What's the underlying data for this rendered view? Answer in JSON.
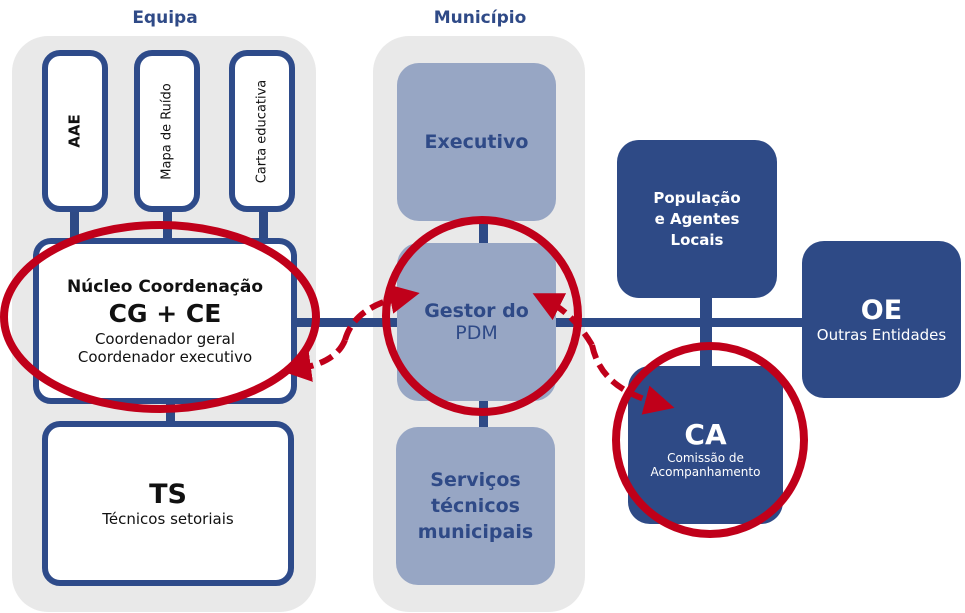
{
  "colors": {
    "navy": "#2e4a86",
    "light_blue": "#97a6c4",
    "panel_gray": "#e9e9e9",
    "highlight_red": "#c0001a"
  },
  "groups": {
    "equipa": {
      "title": "Equipa",
      "vertical_boxes": [
        {
          "label": "AAE"
        },
        {
          "label": "Mapa de Ruído"
        },
        {
          "label": "Carta educativa"
        }
      ],
      "nucleo": {
        "title": "Núcleo Coordenação",
        "acronym": "CG + CE",
        "line1": "Coordenador geral",
        "line2": "Coordenador executivo"
      },
      "ts": {
        "acronym": "TS",
        "subtitle": "Técnicos setoriais"
      }
    },
    "municipio": {
      "title": "Município",
      "boxes": {
        "executivo": "Executivo",
        "gestor_line1": "Gestor do",
        "gestor_line2": "PDM",
        "servicos_line1": "Serviços",
        "servicos_line2": "técnicos",
        "servicos_line3": "municipais"
      }
    }
  },
  "external": {
    "populacao": {
      "line1": "População",
      "line2": "e Agentes",
      "line3": "Locais"
    },
    "oe": {
      "acronym": "OE",
      "subtitle": "Outras Entidades"
    },
    "ca": {
      "acronym": "CA",
      "line1": "Comissão de",
      "line2": "Acompanhamento"
    }
  },
  "highlights": [
    "Núcleo Coordenação",
    "Gestor do PDM",
    "CA"
  ],
  "relations": [
    {
      "from": "Gestor do PDM",
      "to": "Núcleo Coordenação",
      "style": "dashed-arrow"
    },
    {
      "from": "Núcleo Coordenação",
      "to": "Gestor do PDM",
      "style": "dashed-arrow"
    },
    {
      "from": "Gestor do PDM",
      "to": "CA",
      "style": "dashed-arrow"
    },
    {
      "from": "CA",
      "to": "Gestor do PDM",
      "style": "dashed-arrow"
    }
  ]
}
